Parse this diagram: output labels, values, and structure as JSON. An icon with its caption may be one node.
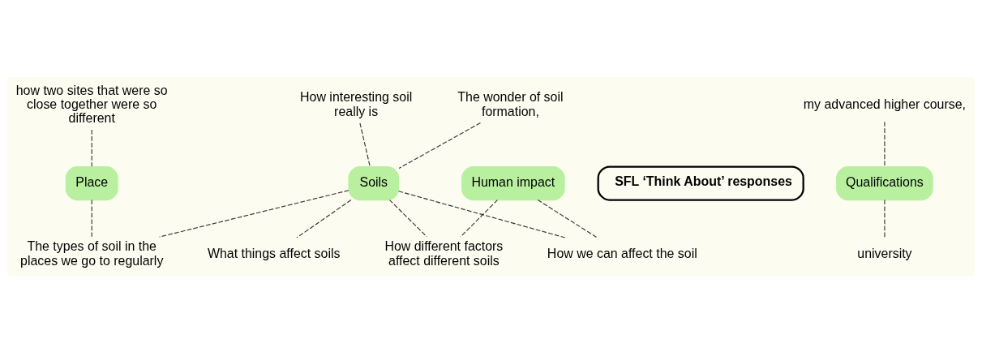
{
  "diagram": {
    "nodes": [
      {
        "text": [
          "The wonder of soil formation,"
        ]
      },
      {
        "text": [
          "How interesting soil really is"
        ]
      },
      {
        "text": [
          "Soils"
        ]
      },
      {
        "text": [
          "SFL ‘Think About’ responses"
        ]
      },
      {
        "text": [
          "how two sites that were so close together were so different"
        ]
      },
      {
        "text": [
          "Place"
        ]
      },
      {
        "text": [
          "my advanced higher course,"
        ]
      },
      {
        "text": [
          "What things affect soils"
        ]
      },
      {
        "text": [
          "Qualifications"
        ]
      },
      {
        "text": [
          "The types of soil in the places we go to regularly"
        ]
      },
      {
        "text": [
          "How different factors affect different soils"
        ]
      },
      {
        "text": [
          "How we can affect the soil"
        ]
      },
      {
        "text": [
          "university"
        ]
      },
      {
        "text": [
          "Human impact"
        ]
      }
    ],
    "edges": [
      {
        "from": 2,
        "to": 0,
        "arrow": "none",
        "style": "dashed"
      },
      {
        "from": 2,
        "to": 1,
        "arrow": "none",
        "style": "dashed"
      },
      {
        "from": 2,
        "to": 7,
        "arrow": "none",
        "style": "dashed"
      },
      {
        "from": 2,
        "to": 11,
        "arrow": "none",
        "style": "dashed"
      },
      {
        "from": 2,
        "to": 10,
        "arrow": "none",
        "style": "dashed"
      },
      {
        "from": 2,
        "to": 9,
        "arrow": "none",
        "style": "dashed"
      },
      {
        "from": 5,
        "to": 4,
        "arrow": "none",
        "style": "dashed"
      },
      {
        "from": 5,
        "to": 9,
        "arrow": "none",
        "style": "dashed"
      },
      {
        "from": 8,
        "to": 6,
        "arrow": "none",
        "style": "dashed"
      },
      {
        "from": 8,
        "to": 12,
        "arrow": "none",
        "style": "dashed"
      },
      {
        "from": 13,
        "to": 11,
        "arrow": "none",
        "style": "dashed"
      },
      {
        "from": 13,
        "to": 10,
        "arrow": "none",
        "style": "dashed"
      }
    ]
  }
}
